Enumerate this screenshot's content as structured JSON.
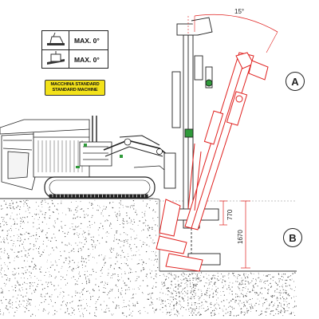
{
  "legend": {
    "row1_text": "MAX. 0°",
    "row2_text": "MAX. 0°"
  },
  "badge": {
    "line1": "MACCHINA STANDARD",
    "line2": "STANDARD MACHINE"
  },
  "positions": {
    "a": "A",
    "b": "B"
  },
  "dimensions": {
    "angle": "15°",
    "short": "770",
    "long": "1670"
  },
  "colors": {
    "machine": "#222222",
    "boom_raised": "#e0201e",
    "ground_hatch": "#5a5a5a",
    "accent_green": "#2f9a3a",
    "badge_yellow": "#f3e21a"
  }
}
